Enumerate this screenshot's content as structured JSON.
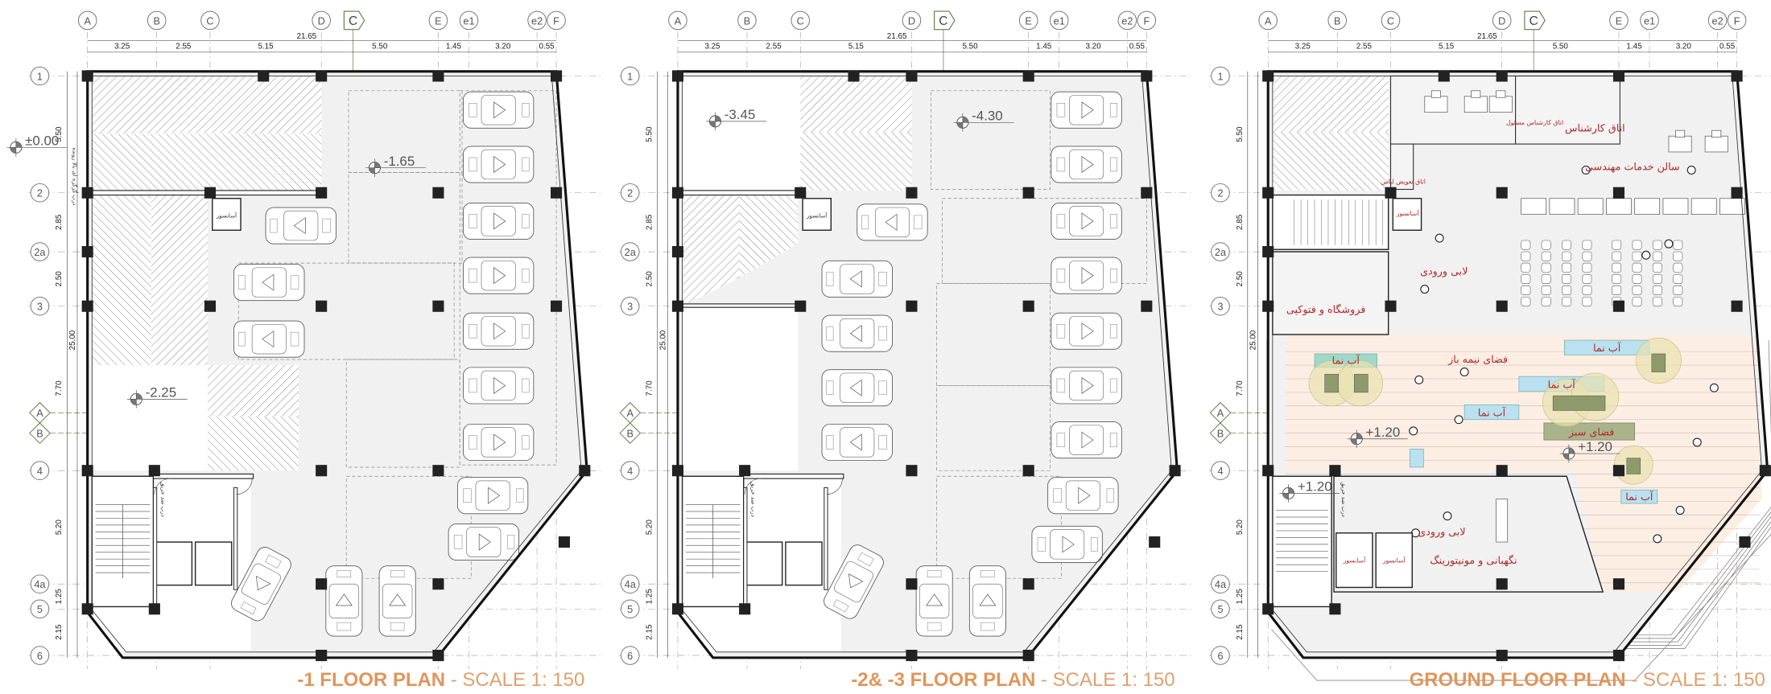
{
  "grid": {
    "columns": [
      "A",
      "B",
      "C",
      "D",
      "E",
      "e1",
      "e2",
      "F"
    ],
    "section_mark": "C",
    "rows": [
      "1",
      "2",
      "2a",
      "3",
      "4",
      "4a",
      "5",
      "6"
    ],
    "section_rows": [
      "A",
      "B"
    ],
    "total_width": "21.65",
    "spans": [
      "3.25",
      "2.55",
      "5.15",
      "5.50",
      "1.45",
      "3.20",
      "0.55"
    ],
    "total_height": "25.00",
    "row_spans": [
      "5.50",
      "2.85",
      "2.50",
      "7.70",
      "5.20",
      "1.25",
      "2.15"
    ]
  },
  "plans": [
    {
      "title": "-1 FLOOR PLAN",
      "scale": " - SCALE 1: 150",
      "elevations": [
        "±0.00",
        "-1.65",
        "-2.25"
      ],
      "elevator": "آسانسور",
      "ramp_door": "درب گرگره ای بالا رونده",
      "fire_door": "درب ضد حریق"
    },
    {
      "title": "-2& -3 FLOOR PLAN",
      "scale": " - SCALE 1: 150",
      "elevations": [
        "-3.45",
        "-4.30"
      ],
      "elevator": "آسانسور",
      "fire_door": "درب ضد حریق"
    },
    {
      "title": "GROUND FLOOR PLAN",
      "scale": " - SCALE 1: 150",
      "elevations": [
        "+1.20",
        "+1.20",
        "+1.20"
      ],
      "rooms": {
        "chief_expert_room": "اتاق کارشناس مسئول",
        "expert_room": "اتاق کارشناس",
        "engineering_hall": "سالن خدمات مهندسی",
        "changing_room": "اتاق تعویض لباس",
        "elevator": "آسانسور",
        "lobby_upper": "لابی ورودی",
        "shop": "فروشگاه و فتوکپی",
        "semi_open": "فضای نیمه باز",
        "fountain": "آب نما",
        "green_space": "فضای سبز",
        "lobby_lower": "لابی ورودی",
        "security": "نگهبانی و مونیتورینگ",
        "elevator_1": "آسانسور",
        "elevator_2": "آسانسور",
        "fire_door": "درب ضد حریق"
      }
    }
  ],
  "colors": {
    "title": "#e0955a",
    "room_label": "#b0282a",
    "floor": "#f1f1f1",
    "open_space": "#fdeee4",
    "water": "#b9e1f0",
    "green": "#a9b48a",
    "tree": "#e8e2b0",
    "column": "#222222"
  }
}
